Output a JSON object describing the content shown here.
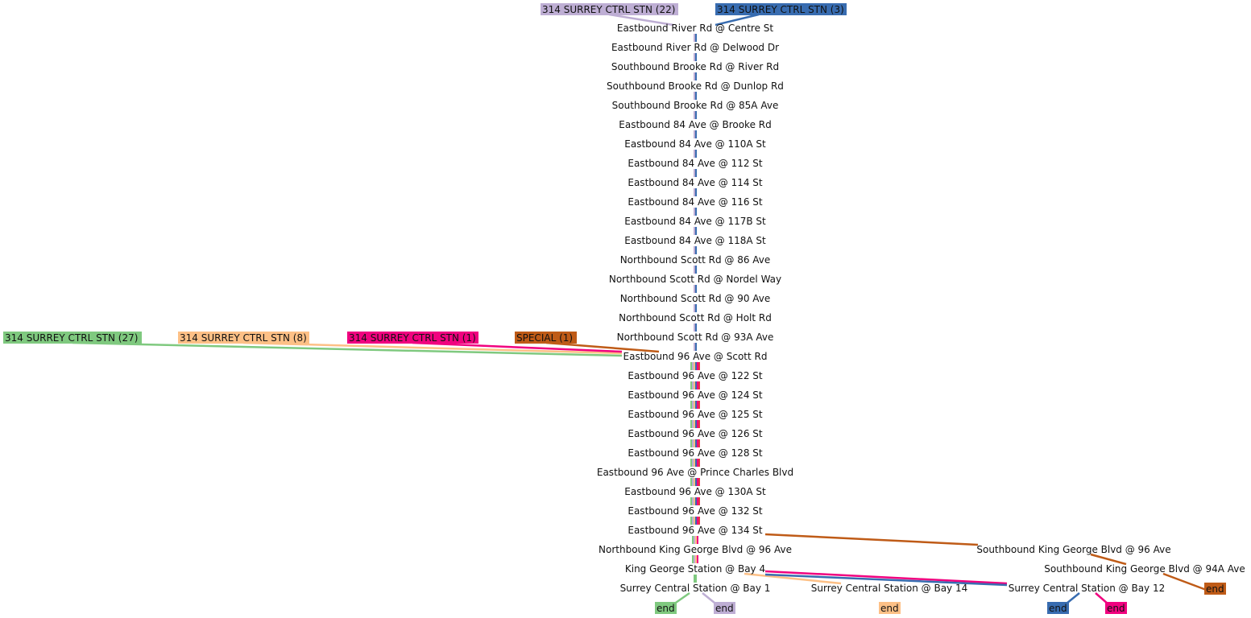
{
  "colors": {
    "green": "#7fc97f",
    "lavender": "#beaed4",
    "peach": "#fdc086",
    "blue": "#386cb0",
    "magenta": "#f0027f",
    "brown": "#bf5b17",
    "red": "#e7383f"
  },
  "start_tags": {
    "lavender": "314 SURREY CTRL STN (22)",
    "blue": "314 SURREY CTRL STN (3)",
    "green": "314 SURREY CTRL STN (27)",
    "peach": "314 SURREY CTRL STN (8)",
    "magenta": "314 SURREY CTRL STN (1)",
    "brown": "SPECIAL (1)"
  },
  "end_label": "end",
  "stops": [
    "Eastbound River Rd @ Centre St",
    "Eastbound River Rd @ Delwood Dr",
    "Southbound Brooke Rd @ River Rd",
    "Southbound Brooke Rd @ Dunlop Rd",
    "Southbound Brooke Rd @ 85A Ave",
    "Eastbound 84 Ave @ Brooke Rd",
    "Eastbound 84 Ave @ 110A St",
    "Eastbound 84 Ave @ 112 St",
    "Eastbound 84 Ave @ 114 St",
    "Eastbound 84 Ave @ 116 St",
    "Eastbound 84 Ave @ 117B St",
    "Eastbound 84 Ave @ 118A St",
    "Northbound Scott Rd @ 86 Ave",
    "Northbound Scott Rd @ Nordel Way",
    "Northbound Scott Rd @ 90 Ave",
    "Northbound Scott Rd @ Holt Rd",
    "Northbound Scott Rd @ 93A Ave",
    "Eastbound 96 Ave @ Scott Rd",
    "Eastbound 96 Ave @ 122 St",
    "Eastbound 96 Ave @ 124 St",
    "Eastbound 96 Ave @ 125 St",
    "Eastbound 96 Ave @ 126 St",
    "Eastbound 96 Ave @ 128 St",
    "Eastbound 96 Ave @ Prince Charles Blvd",
    "Eastbound 96 Ave @ 130A St",
    "Eastbound 96 Ave @ 132 St",
    "Eastbound 96 Ave @ 134 St",
    "Northbound King George Blvd @ 96 Ave",
    "King George Station @ Bay 4",
    "Surrey Central Station @ Bay 1"
  ],
  "side_stops": {
    "sb_king_george_96": "Southbound King George Blvd @ 96 Ave",
    "sb_king_george_94a": "Southbound King George Blvd @ 94A Ave",
    "surrey_central_14": "Surrey Central Station @ Bay 14",
    "surrey_central_12": "Surrey Central Station @ Bay 12"
  }
}
